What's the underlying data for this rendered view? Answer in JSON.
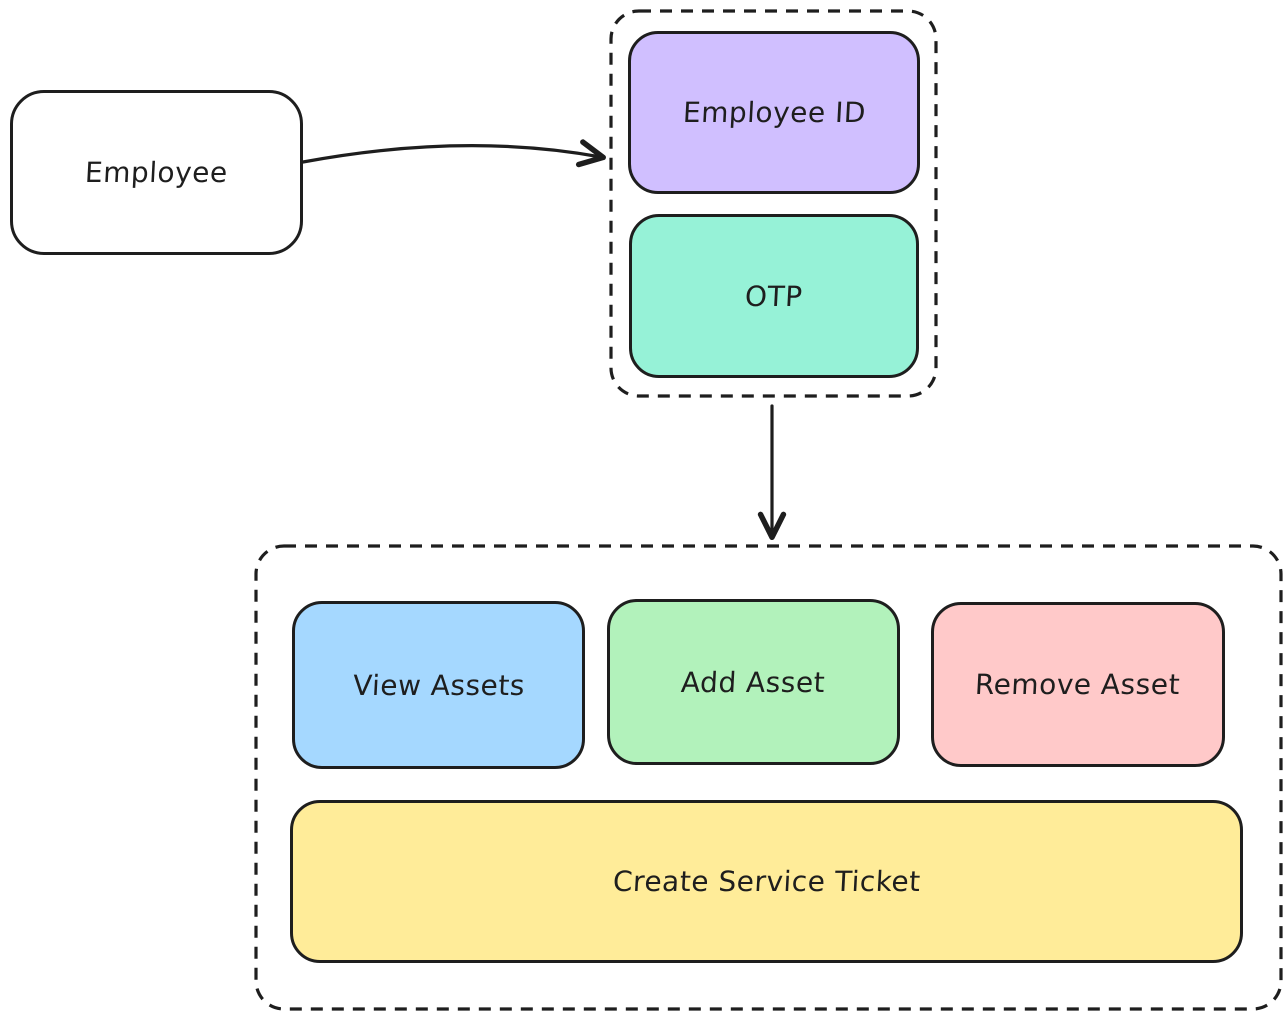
{
  "diagram": {
    "kind": "flowchart",
    "background": "#ffffff",
    "stroke_color": "#1e1e1e",
    "nodes": {
      "employee": {
        "label": "Employee",
        "fill": "#ffffff"
      },
      "employee_id": {
        "label": "Employee ID",
        "fill": "#d0bfff"
      },
      "otp": {
        "label": "OTP",
        "fill": "#96f2d7"
      },
      "view_assets": {
        "label": "View Assets",
        "fill": "#a5d8ff"
      },
      "add_asset": {
        "label": "Add Asset",
        "fill": "#b2f2bb"
      },
      "remove_asset": {
        "label": "Remove Asset",
        "fill": "#ffc9c9"
      },
      "create_service_ticket": {
        "label": "Create Service Ticket",
        "fill": "#ffec99"
      }
    },
    "groups": {
      "auth_group": {
        "border_style": "dashed",
        "contains": [
          "employee_id",
          "otp"
        ]
      },
      "actions_group": {
        "border_style": "dashed",
        "contains": [
          "view_assets",
          "add_asset",
          "remove_asset",
          "create_service_ticket"
        ]
      }
    },
    "connections": [
      {
        "from": "employee",
        "to": "auth_group",
        "type": "arrow"
      },
      {
        "from": "auth_group",
        "to": "actions_group",
        "type": "arrow"
      }
    ]
  }
}
